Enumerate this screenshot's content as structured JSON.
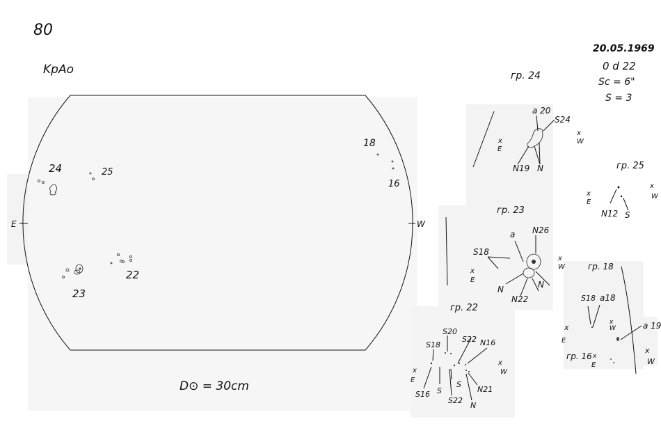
{
  "sheet_number": "80",
  "observatory_code": "KpAo",
  "header": {
    "date": "20.05.1969",
    "time": "0 d 22",
    "seeing": "Sc = 6\"",
    "quality": "S = 3"
  },
  "disk": {
    "east_label": "E",
    "west_label": "W",
    "diameter_label": "D⊙ = 30cm",
    "groups": [
      {
        "label": "24"
      },
      {
        "label": "25"
      },
      {
        "label": "18"
      },
      {
        "label": "16"
      },
      {
        "label": "23"
      },
      {
        "label": "22"
      }
    ]
  },
  "insets": {
    "gr24": {
      "title": "гр. 24",
      "labels": [
        "a 20",
        "S24",
        "N19",
        "N",
        "E",
        "W"
      ]
    },
    "gr25": {
      "title": "гр. 25",
      "labels": [
        "N12",
        "S",
        "E",
        "W"
      ]
    },
    "gr23": {
      "title": "гр. 23",
      "labels": [
        "a",
        "N26",
        "S18",
        "N",
        "N22",
        "N",
        "E",
        "W"
      ]
    },
    "gr22": {
      "title": "гр. 22",
      "labels": [
        "S20",
        "S18",
        "S22",
        "N16",
        "S16",
        "S",
        "S",
        "S22",
        "N21",
        "N",
        "E",
        "W"
      ]
    },
    "gr18": {
      "title": "гр. 18",
      "labels": [
        "S18",
        "a18",
        "a 19",
        "E",
        "W"
      ]
    },
    "gr16": {
      "title": "гр. 16",
      "labels": [
        "E",
        "W"
      ]
    }
  }
}
